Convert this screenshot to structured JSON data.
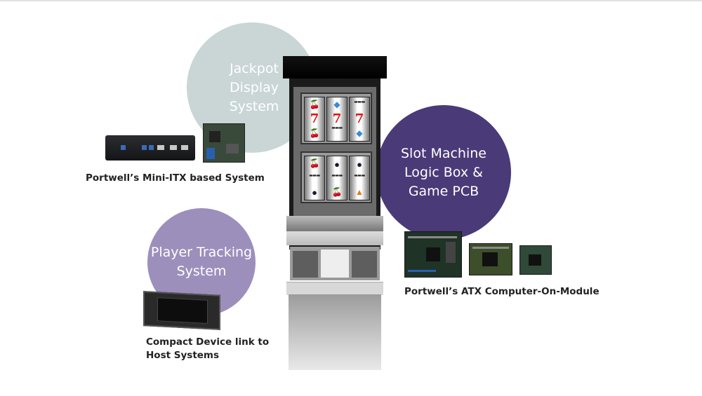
{
  "circles": {
    "jackpot": "Jackpot\nDisplay\nSystem",
    "slot": "Slot Machine\nLogic Box &\nGame PCB",
    "player": "Player Tracking\nSystem"
  },
  "captions": {
    "mini_itx": "Portwell’s Mini-ITX based System",
    "atx": "Portwell’s ATX Computer-On-Module",
    "compact": "Compact Device link to Host Systems"
  },
  "colors": {
    "jackpot_circle": "#c9d6d5",
    "slot_circle": "#4a3a78",
    "player_circle": "#9c8fbc"
  },
  "reels": {
    "top": [
      [
        "cherry-icon",
        "seven-icon",
        "cherry-icon"
      ],
      [
        "diamond-icon",
        "seven-icon",
        "bar-icon"
      ],
      [
        "bar-icon",
        "seven-icon",
        "diamond-icon"
      ]
    ],
    "bottom": [
      [
        "cherry-icon",
        "bar-icon",
        "plum-icon"
      ],
      [
        "plum-icon",
        "bar-icon",
        "cherry-icon"
      ],
      [
        "plum-icon",
        "bar-icon",
        "orange-icon"
      ]
    ]
  }
}
